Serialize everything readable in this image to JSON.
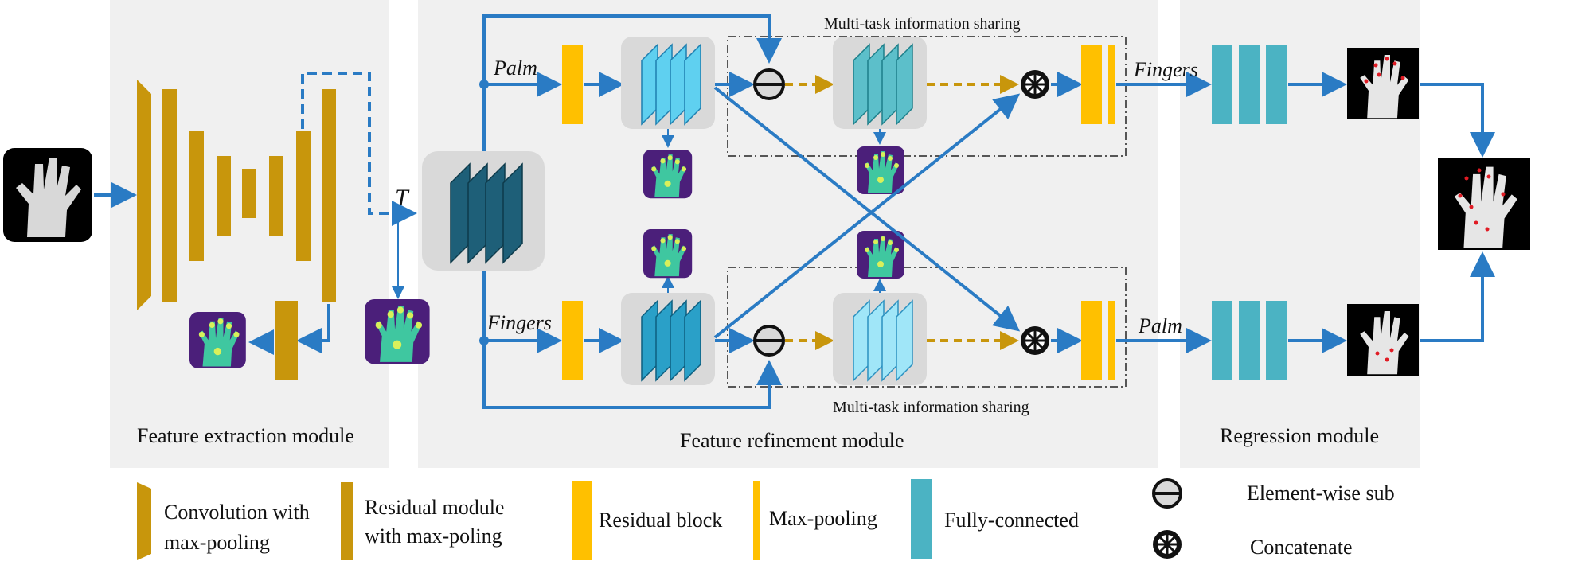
{
  "modules": {
    "feature_extraction": "Feature extraction module",
    "feature_refinement": "Feature refinement module",
    "regression": "Regression module"
  },
  "labels": {
    "t": "T",
    "palm_top": "Palm",
    "fingers_bottom": "Fingers",
    "fingers_out": "Fingers",
    "palm_out": "Palm",
    "sharing_top": "Multi-task information sharing",
    "sharing_bottom": "Multi-task information sharing"
  },
  "legend": {
    "conv": [
      "Convolution with",
      "max-pooling"
    ],
    "residual_module": [
      "Residual module",
      "with max-poling"
    ],
    "residual_block": "Residual block",
    "max_pooling": "Max-pooling",
    "fully_connected": "Fully-connected",
    "element_wise_sub": "Element-wise sub",
    "concatenate": "Concatenate"
  },
  "colors": {
    "panel": "#f0f0f0",
    "conv_gold": "#c8960c",
    "residual_yellow": "#ffc000",
    "fc_teal": "#4bb3c3",
    "arrow_blue": "#2a7bc4",
    "arrow_dashed_gold": "#c8960c",
    "feature_dark": "#1e5f78",
    "feature_light": "#5fd0f0",
    "feature_mid": "#2aa0c8",
    "feature_teal": "#5cbfca"
  }
}
